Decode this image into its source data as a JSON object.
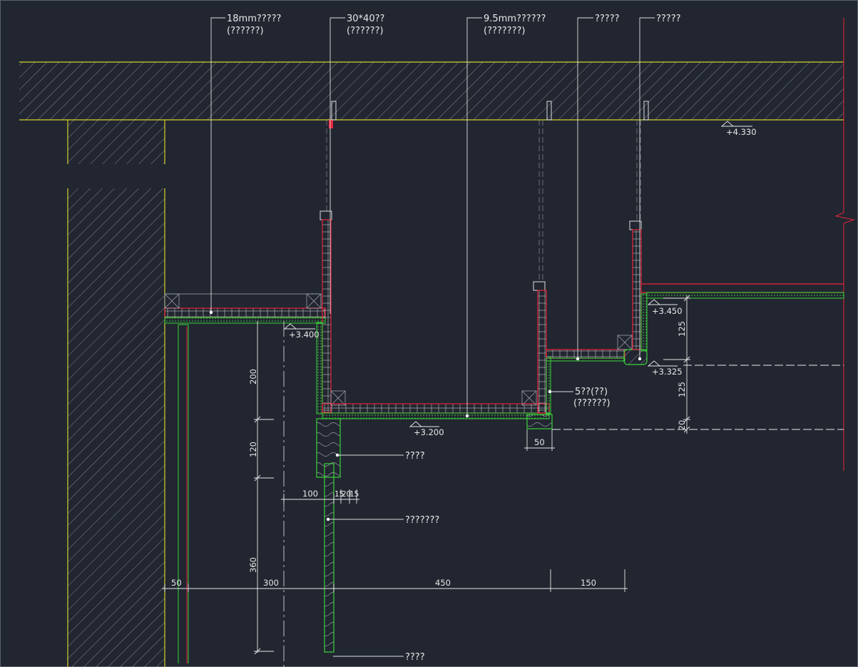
{
  "colors": {
    "background": "#212630",
    "concrete_outline": "#d4d12c",
    "board": "#e8243a",
    "finish": "#3ad23a",
    "leader": "#dcdcdc",
    "dimension": "#e8e8e8"
  },
  "annotations": {
    "top_1_line1": "18mm?????",
    "top_1_line2": "(??????)",
    "top_2_line1": "30*40??",
    "top_2_line2": "(??????)",
    "top_3_line1": "9.5mm??????",
    "top_3_line2": "(???????)",
    "top_4": "?????",
    "top_5": "?????",
    "side_1_line1": "5??(??)",
    "side_1_line2": "(??????)",
    "bottom_1": "????",
    "bottom_2": "???????",
    "bottom_3": "????"
  },
  "elevations": {
    "slab": "+4.330",
    "left_ceiling": "+3.400",
    "lower_ceiling": "+3.200",
    "right_ceiling": "+3.450",
    "right_step": "+3.325"
  },
  "dimensions": {
    "left_200": "200",
    "left_120": "120",
    "left_360": "360",
    "h_100": "100",
    "h_small": "15",
    "h_small2": "20",
    "h_small3": "15",
    "base_50": "50",
    "base_300": "300",
    "base_450": "450",
    "base_150": "150",
    "step_50": "50",
    "right_125a": "125",
    "right_125b": "125",
    "right_20": "20"
  }
}
